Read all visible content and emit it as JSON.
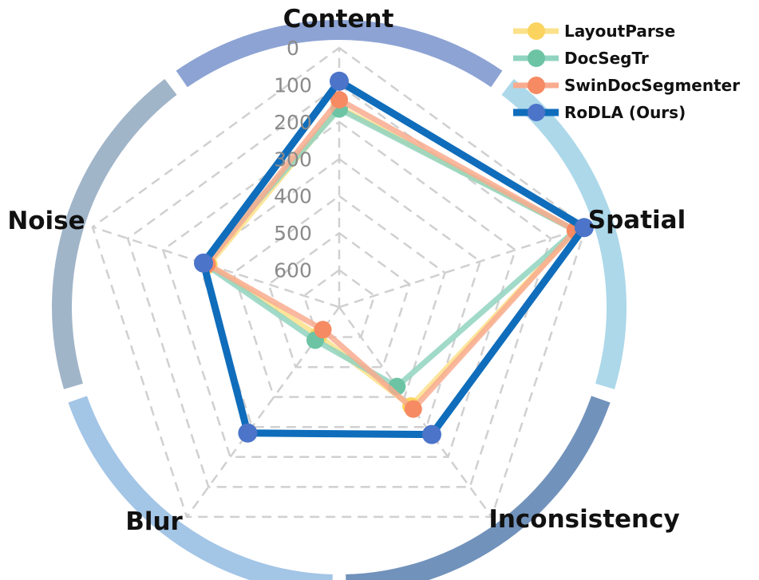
{
  "chart_data": {
    "type": "radar",
    "title": "",
    "axes": [
      "Content",
      "Spatial",
      "Inconsistency",
      "Blur",
      "Noise"
    ],
    "ticks": [
      0,
      100,
      200,
      300,
      400,
      500,
      600
    ],
    "range": [
      0,
      700
    ],
    "reversed": true,
    "grid": true,
    "legend_position": "top-right",
    "series": [
      {
        "name": "LayoutParse",
        "color": "#fbe18a",
        "marker": "#fad45f",
        "values": [
          160,
          30,
          370,
          605,
          330
        ]
      },
      {
        "name": "DocSegTr",
        "color": "#90d4c0",
        "marker": "#6cc4a4",
        "values": [
          165,
          30,
          435,
          590,
          315
        ]
      },
      {
        "name": "SwinDocSegmenter",
        "color": "#f8ab8e",
        "marker": "#f68a63",
        "values": [
          140,
          30,
          360,
          625,
          325
        ]
      },
      {
        "name": "RoDLA (Ours)",
        "color": "#0f6dbb",
        "marker": "#4c74c9",
        "values": [
          90,
          5,
          275,
          280,
          315
        ]
      }
    ],
    "sector_colors": [
      "#8da3d4",
      "#acd8ea",
      "#7192bb",
      "#a3c5e6",
      "#a1b5c9"
    ]
  }
}
